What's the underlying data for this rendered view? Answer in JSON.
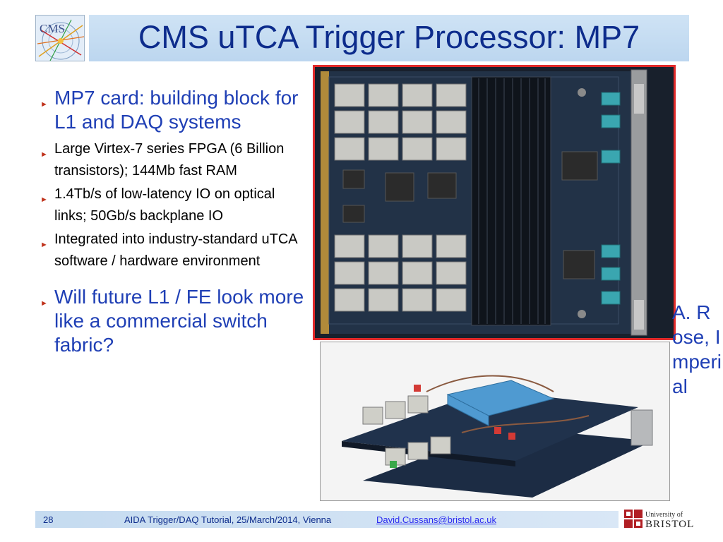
{
  "slide": {
    "title": "CMS uTCA Trigger Processor: MP7",
    "logo_text": "CMS",
    "bullets": [
      {
        "text": "MP7 card: building block for L1 and DAQ systems"
      },
      {
        "text": "Large Virtex-7 series FPGA (6 Billion transistors); 144Mb fast RAM"
      },
      {
        "text": "1.4Tb/s of low-latency IO on optical links; 50Gb/s backplane IO"
      },
      {
        "text": "Integrated into industry-standard uTCA software / hardware environment"
      },
      {
        "text": "Will future L1 / FE look more like a commercial switch fabric?"
      }
    ],
    "credit": "A. Rose, Imperial",
    "colors": {
      "title": "#0d2c8c",
      "highlight_text": "#1f3fb5",
      "bullet_marker": "#c0341d",
      "photo_border": "#e12a2a",
      "title_bar": "#c6ddf2"
    }
  },
  "footer": {
    "page_number": "28",
    "text": "AIDA Trigger/DAQ Tutorial, 25/March/2014, Vienna",
    "email": "David.Cussans@bristol.ac.uk",
    "uni_line1": "University of",
    "uni_line2": "BRISTOL"
  }
}
